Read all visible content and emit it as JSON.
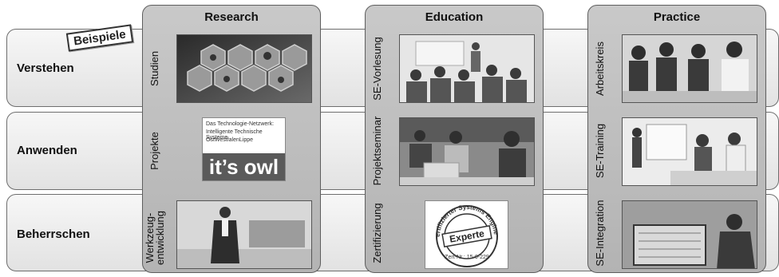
{
  "columns": [
    {
      "title": "Research"
    },
    {
      "title": "Education"
    },
    {
      "title": "Practice"
    }
  ],
  "rows": [
    {
      "label": "Verstehen"
    },
    {
      "label": "Anwenden"
    },
    {
      "label": "Beherrschen"
    }
  ],
  "cells": {
    "research": [
      "Studien",
      "Projekte",
      "Werkzeug-\nentwicklung"
    ],
    "education": [
      "SE-Vorlesung",
      "Projektseminar",
      "Zertifizierung"
    ],
    "practice": [
      "Arbeitskreis",
      "SE-Training",
      "SE-Integration"
    ]
  },
  "badge": "Beispiele",
  "owl_card": {
    "line1": "Das Technologie-Netzwerk:",
    "line2": "Intelligente Technische Systeme",
    "line3": "OstWestfalenLippe",
    "brand": "it’s owl"
  },
  "cert_stamp": {
    "ring_text": "Zertifizierter Systems Engineer",
    "center": "Experte",
    "number": "Zert-Nr.: 15-0-229"
  }
}
